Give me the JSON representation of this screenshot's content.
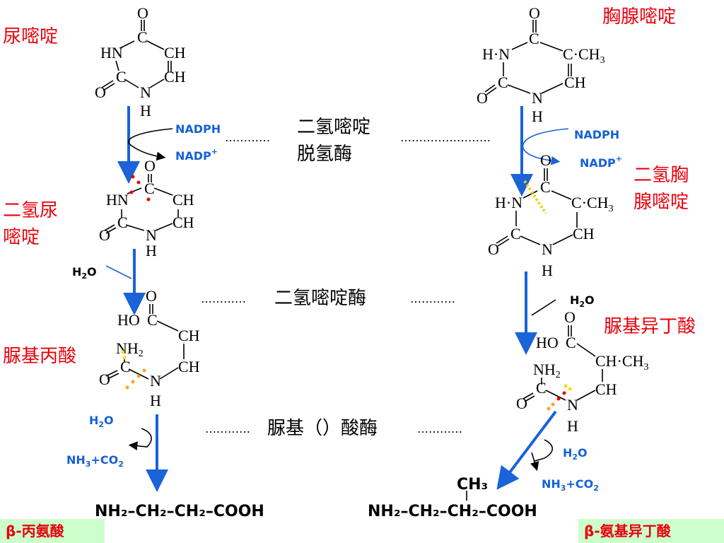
{
  "labels": {
    "uracil": "尿嘧啶",
    "thymine": "胸腺嘧啶",
    "dihydrouracil_l1": "二氢尿",
    "dihydrouracil_l2": "嘧啶",
    "dihydrothymine_l1": "二氢胸",
    "dihydrothymine_l2": "腺嘧啶",
    "ureidopropionate": "脲基丙酸",
    "ureidoisobutyrate": "脲基异丁酸"
  },
  "enzymes": {
    "e1_l1": "二氢嘧啶",
    "e1_l2": "脱氢酶",
    "e2": "二氢嘧啶酶",
    "e3": "脲基（）酸酶",
    "dots_short": "…………",
    "dots_long": "……………………"
  },
  "cofactors": {
    "nadph": "NADPH",
    "nadp": "NADP",
    "nadp_sup": "+",
    "h2o": "H",
    "h2o_sub": "2",
    "h2o_o": "O",
    "nh3": "NH",
    "nh3_sub": "3",
    "plus_co": "+CO",
    "co2_sub": "2"
  },
  "atoms": {
    "O": "O",
    "C": "C",
    "N": "N",
    "H": "H",
    "HN": "HN",
    "H_N": "H·N",
    "CH": "CH",
    "CH3": "CH",
    "CH3_sub": "3",
    "HO": "HO",
    "NH2": "NH",
    "NH2_sub": "2",
    "C_CH3": "C·CH",
    "CH_CH3": "CH·CH"
  },
  "products": {
    "ala_formula": "NH₂–CH₂–CH₂–COOH",
    "aib_formula": "NH₂–CH₂–CH₂–COOH",
    "aib_methyl": "CH₃",
    "ala_name": "β-丙氨酸",
    "aib_name": "β-氨基异丁酸"
  },
  "colors": {
    "label_red": "#e8000b",
    "arrow_blue": "#1a63d8",
    "box_green": "#ccffcc"
  }
}
